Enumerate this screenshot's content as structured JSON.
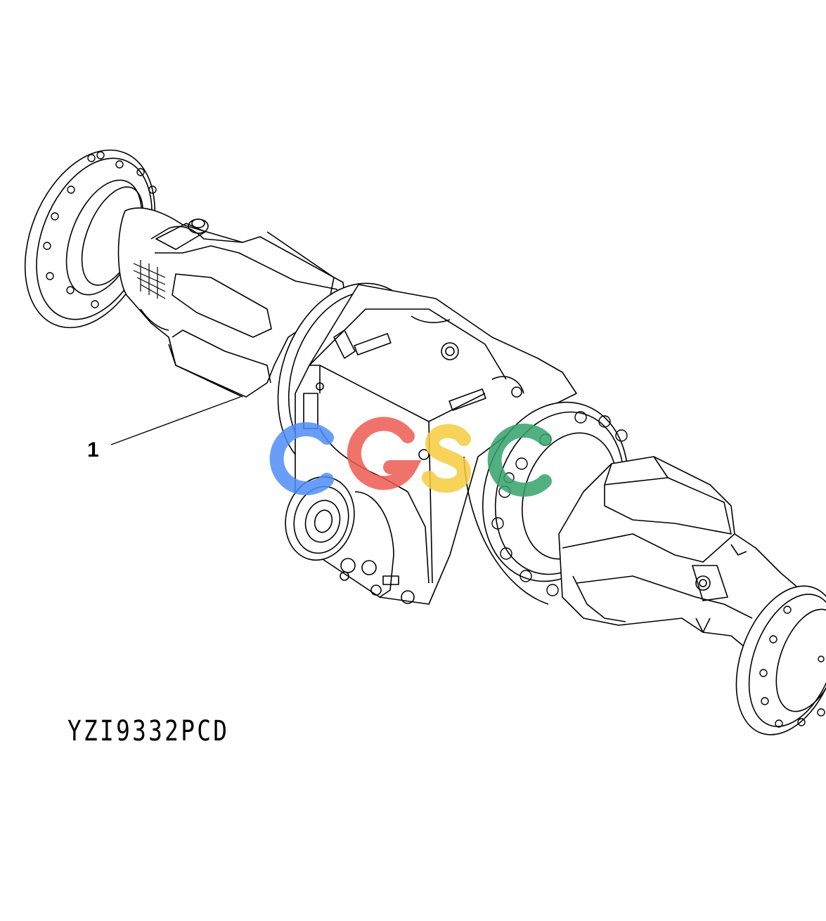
{
  "diagram": {
    "callouts": [
      {
        "label": "1"
      }
    ],
    "drawing_code": "YZI9332PCD"
  },
  "watermark": {
    "letters": [
      "C",
      "G",
      "S",
      "C"
    ],
    "colors": [
      "#4f8ef7",
      "#ee5b52",
      "#f7cc3e",
      "#34a36b"
    ]
  },
  "style": {
    "line_color": "#000000",
    "background": "#ffffff"
  }
}
